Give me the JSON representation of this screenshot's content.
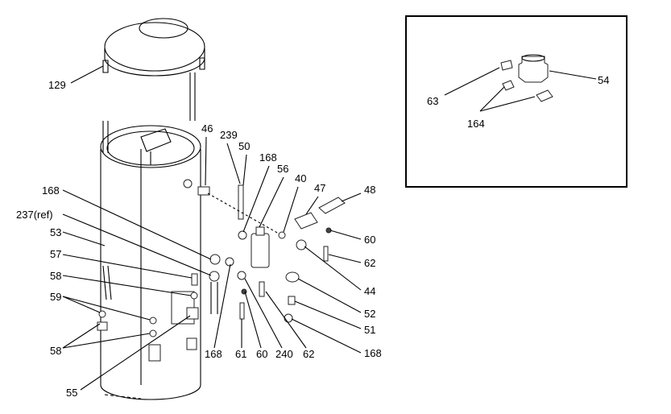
{
  "labels": {
    "l129": "129",
    "l46": "46",
    "l239": "239",
    "l50": "50",
    "l168a": "168",
    "l56": "56",
    "l40": "40",
    "l47": "47",
    "l48": "48",
    "l60a": "60",
    "l62a": "62",
    "l44": "44",
    "l52": "52",
    "l51": "51",
    "l168b": "168",
    "l62b": "62",
    "l240": "240",
    "l60b": "60",
    "l61": "61",
    "l168c": "168",
    "l168d": "168",
    "l237": "237(ref)",
    "l53": "53",
    "l57": "57",
    "l58a": "58",
    "l59": "59",
    "l58b": "58",
    "l55": "55",
    "i63": "63",
    "i164": "164",
    "i54": "54"
  },
  "colors": {
    "line": "#000000",
    "fill": "#ffffff",
    "inset_border": "#000000"
  }
}
